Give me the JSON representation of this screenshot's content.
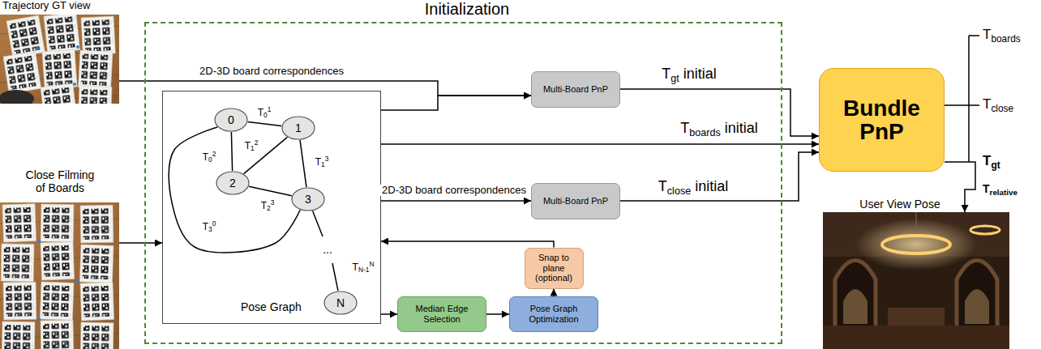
{
  "diagram": {
    "nodes": [
      {
        "text": [
          "Trajectory GT view"
        ]
      },
      {
        "text": [
          "Initialization"
        ]
      },
      {
        "text": [
          "Pose Graph"
        ],
        "in": 1
      },
      {
        "text": [
          "0"
        ],
        "in": 2
      },
      {
        "text": [
          "1"
        ],
        "in": 2
      },
      {
        "text": [
          "2"
        ],
        "in": 2
      },
      {
        "text": [
          "3"
        ],
        "in": 2
      },
      {
        "text": [
          "N"
        ],
        "in": 2
      },
      {
        "text": [
          "Multi-Board PnP"
        ],
        "in": 1
      },
      {
        "text": [
          "Multi-Board PnP"
        ],
        "in": 1
      },
      {
        "text": [
          "Median Edge Selection"
        ],
        "in": 1
      },
      {
        "text": [
          "Pose Graph Optimization"
        ],
        "in": 1
      },
      {
        "text": [
          "Snap to plane (optional)"
        ],
        "in": 1
      },
      {
        "text": [
          "Close Filming of Boards"
        ]
      },
      {
        "text": [
          "Bundle PnP"
        ]
      },
      {
        "text": [
          "User View Pose"
        ]
      }
    ],
    "edges": [
      {
        "from": 0,
        "to": 8,
        "label": "2D-3D board correspondences",
        "arrow": "to"
      },
      {
        "from": 2,
        "to": 8,
        "arrow": "to"
      },
      {
        "from": 2,
        "to": 14,
        "label": "Tboards initial",
        "arrow": "to"
      },
      {
        "from": 2,
        "to": 9,
        "label": "2D-3D board correspondences",
        "arrow": "to"
      },
      {
        "from": 8,
        "to": 14,
        "label": "Tgt initial",
        "arrow": "to"
      },
      {
        "from": 9,
        "to": 14,
        "label": "Tclose initial",
        "arrow": "to"
      },
      {
        "from": 13,
        "to": 2,
        "arrow": "to"
      },
      {
        "from": 2,
        "to": 10,
        "arrow": "to"
      },
      {
        "from": 10,
        "to": 11,
        "arrow": "to"
      },
      {
        "from": 11,
        "to": 12,
        "arrow": "to"
      },
      {
        "from": 12,
        "to": 2,
        "arrow": "to"
      },
      {
        "from": 3,
        "to": 4,
        "label": "T01",
        "arrow": "none"
      },
      {
        "from": 3,
        "to": 5,
        "label": "T02",
        "arrow": "none"
      },
      {
        "from": 4,
        "to": 5,
        "label": "T12",
        "arrow": "none"
      },
      {
        "from": 4,
        "to": 6,
        "label": "T13",
        "arrow": "none"
      },
      {
        "from": 5,
        "to": 6,
        "label": "T23",
        "arrow": "none"
      },
      {
        "from": 6,
        "to": 3,
        "label": "T30",
        "arrow": "none"
      },
      {
        "from": 6,
        "to": 7,
        "label": "TN-1N",
        "arrow": "none"
      },
      {
        "from": 14,
        "to": 15,
        "label": "Trelative",
        "arrow": "to"
      }
    ],
    "labels": [
      "...",
      "Tboards",
      "Tclose",
      "Tgt"
    ]
  }
}
